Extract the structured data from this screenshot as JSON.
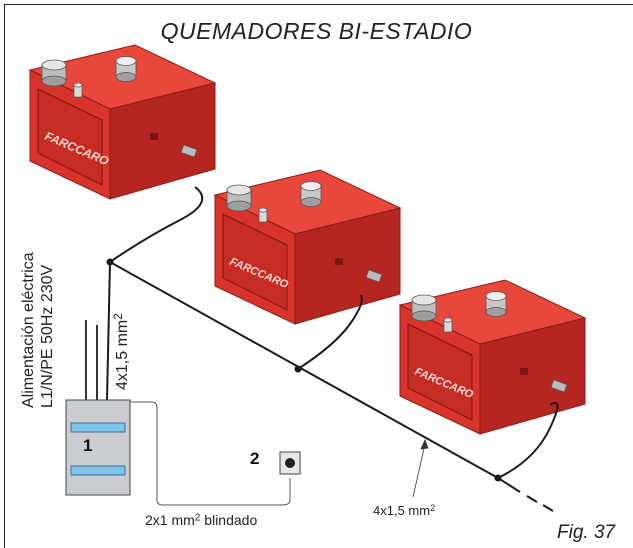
{
  "title": "QUEMADORES BI-ESTADIO",
  "figure_caption": "Fig. 37",
  "supply_label": {
    "line1": "Alimentación eléctrica",
    "line2": "L1/N/PE 50Hz 230V"
  },
  "cables": {
    "main_vertical": {
      "base": "4x1,5 mm",
      "sup": "2"
    },
    "main_bottom": {
      "base": "4x1,5 mm",
      "sup": "2"
    },
    "shielded": {
      "base": "2x1 mm",
      "sup": "2",
      "suffix": " blindado"
    }
  },
  "components": {
    "control_box_number": "1",
    "sensor_number": "2"
  },
  "burner_brand": "FARCCARO",
  "colors": {
    "burner_front": "#d8342b",
    "burner_top": "#e8473c",
    "burner_side": "#b52620",
    "control_box": "#c9ccd1",
    "control_window": "#7ec3e8",
    "cable": "#1a1a1a"
  }
}
